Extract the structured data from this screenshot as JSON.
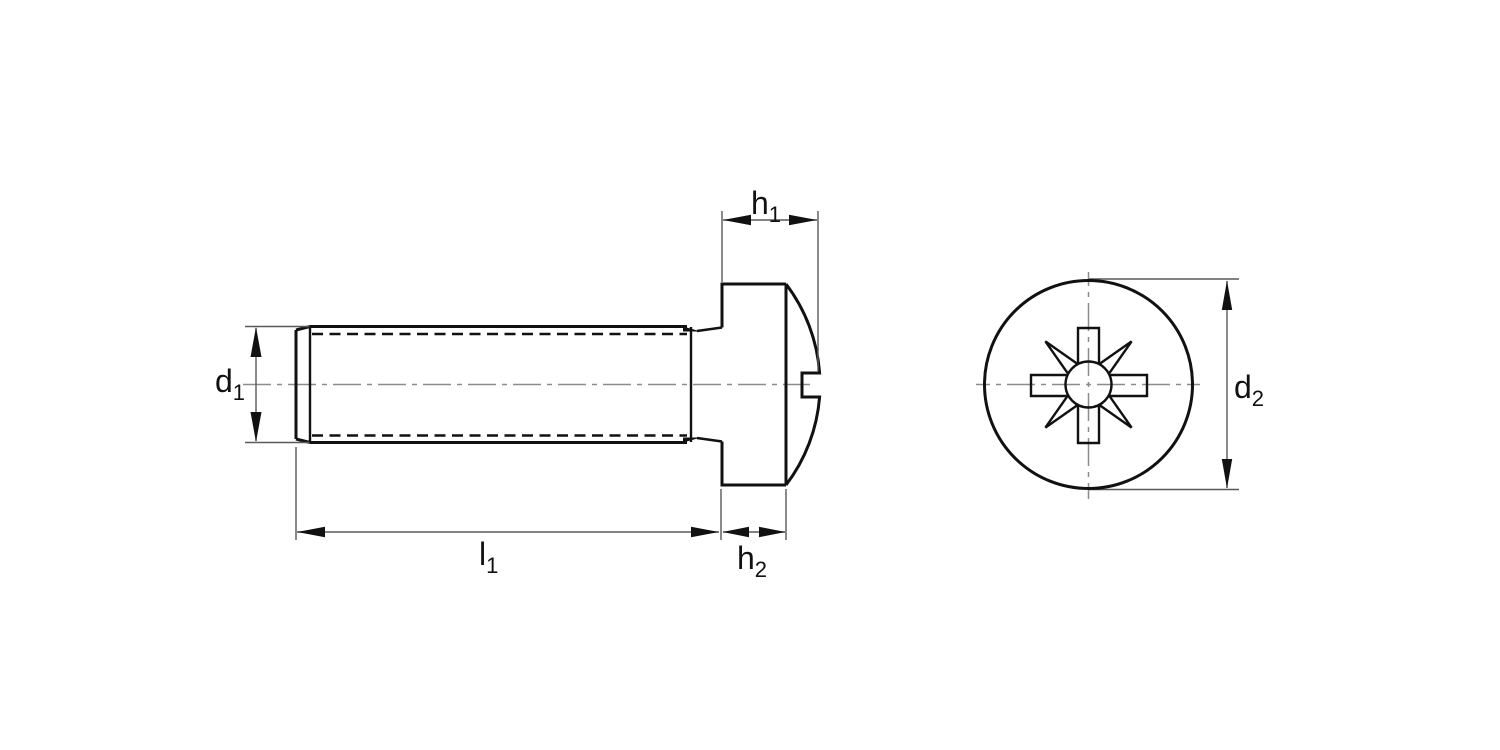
{
  "labels": {
    "d1": {
      "base": "d",
      "sub": "1"
    },
    "l1": {
      "base": "l",
      "sub": "1"
    },
    "h1": {
      "base": "h",
      "sub": "1"
    },
    "h2": {
      "base": "h",
      "sub": "2"
    },
    "d2": {
      "base": "d",
      "sub": "2"
    }
  },
  "colors": {
    "background": "#ffffff",
    "outline": "#111111",
    "thin_line": "#595959",
    "centerline": "#8c8c8c",
    "text": "#111111"
  }
}
